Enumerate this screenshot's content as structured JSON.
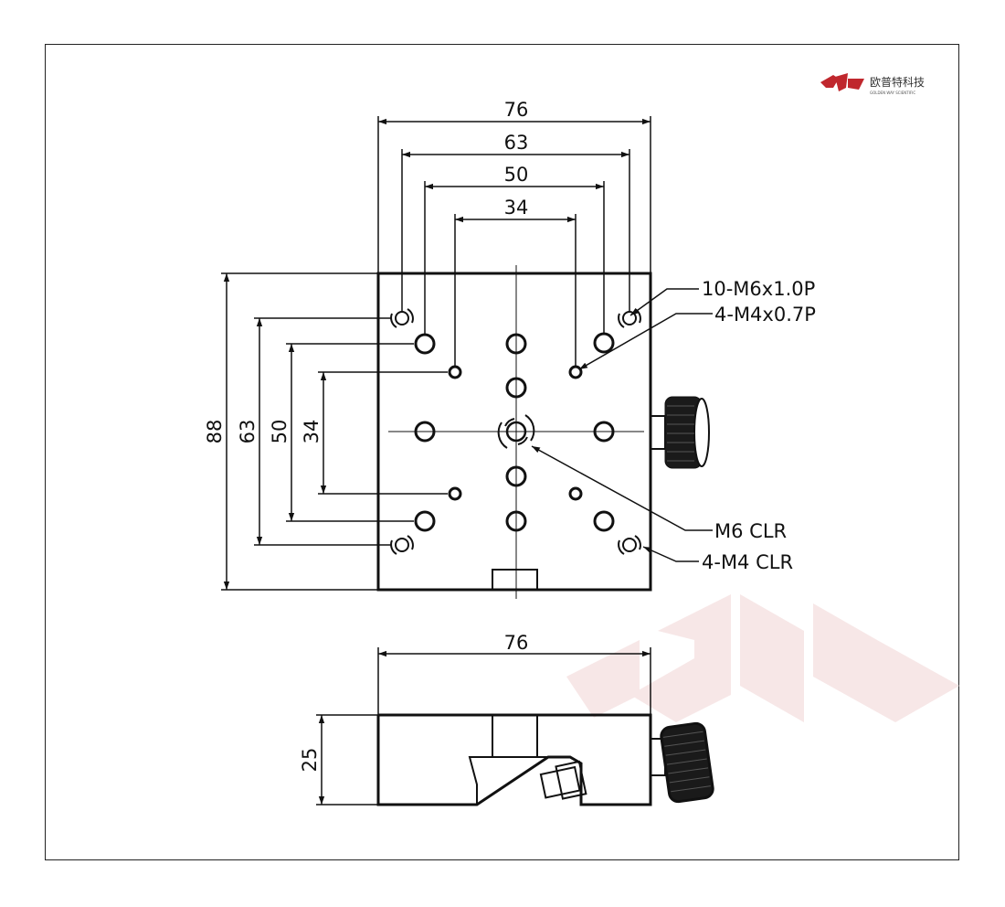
{
  "logo": {
    "cn_text": "欧普特科技",
    "en_text": "GOLDEN WAY SCIENTIFIC",
    "brand_color": "#c0272d",
    "watermark_color": "#f6e6e6"
  },
  "top_view": {
    "width_dims": [
      "76",
      "63",
      "50",
      "34"
    ],
    "height_dims": [
      "88",
      "63",
      "50",
      "34"
    ]
  },
  "callouts": {
    "m6_threaded": "10-M6x1.0P",
    "m4_threaded": "4-M4x0.7P",
    "m6_clear": "M6 CLR",
    "m4_clear": "4-M4 CLR"
  },
  "side_view": {
    "width_dim": "76",
    "height_dim": "25"
  },
  "colors": {
    "line": "#111111",
    "background": "#ffffff"
  }
}
